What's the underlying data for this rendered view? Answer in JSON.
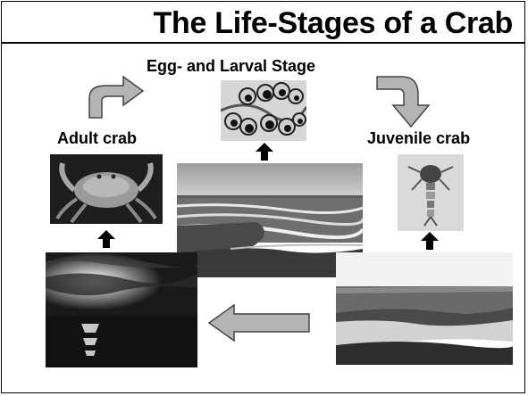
{
  "title": "The Life-Stages of a Crab",
  "stages": {
    "egg_larval": "Egg- and Larval Stage",
    "adult": "Adult crab",
    "juvenile": "Juvenile crab"
  }
}
